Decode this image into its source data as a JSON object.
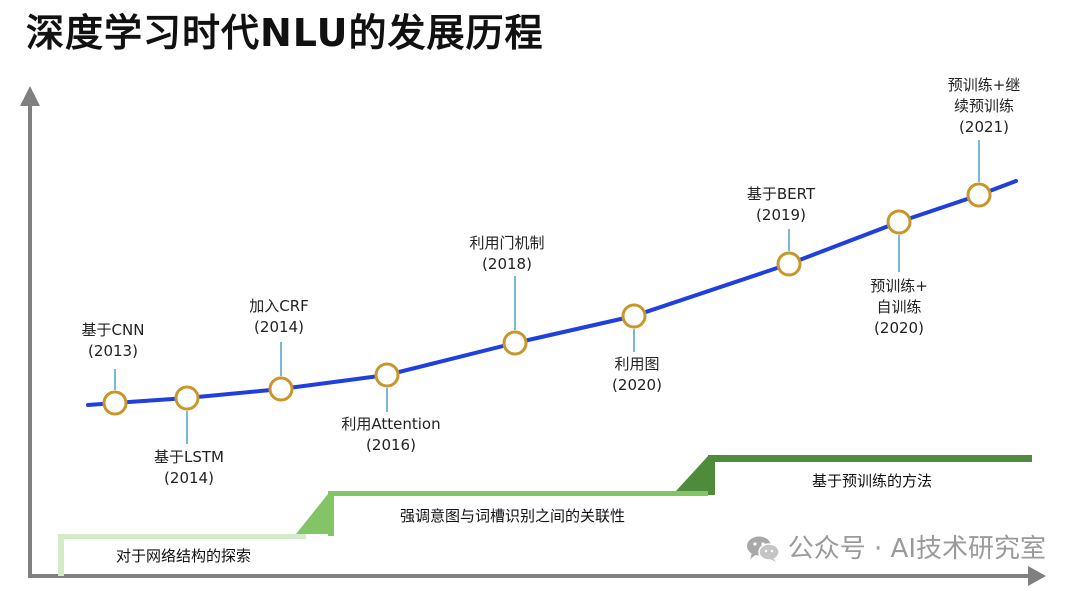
{
  "title": "深度学习时代NLU的发展历程",
  "milestones": [
    {
      "lines": [
        "基于CNN",
        "(2013)"
      ]
    },
    {
      "lines": [
        "基于LSTM",
        "(2014)"
      ]
    },
    {
      "lines": [
        "加入CRF",
        "(2014)"
      ]
    },
    {
      "lines": [
        "利用Attention",
        "(2016)"
      ]
    },
    {
      "lines": [
        "利用门机制",
        "(2018)"
      ]
    },
    {
      "lines": [
        "利用图",
        "(2020)"
      ]
    },
    {
      "lines": [
        "基于BERT",
        "(2019)"
      ]
    },
    {
      "lines": [
        "预训练+",
        "自训练",
        "(2020)"
      ]
    },
    {
      "lines": [
        "预训练+继",
        "续预训练",
        "(2021)"
      ]
    }
  ],
  "stages": [
    {
      "label": "对于网络结构的探索"
    },
    {
      "label": "强调意图与词槽识别之间的关联性"
    },
    {
      "label": "基于预训练的方法"
    }
  ],
  "watermark": {
    "text": "公众号 · AI技术研究室",
    "icon": "wechat-icon"
  },
  "colors": {
    "curve": "#1f3fdf",
    "node_stroke": "#c8962a",
    "leader": "#4aa3c8",
    "axis": "#808080",
    "stage1": "#d3ebc6",
    "stage2": "#82c466",
    "stage3": "#4e8c3b"
  }
}
